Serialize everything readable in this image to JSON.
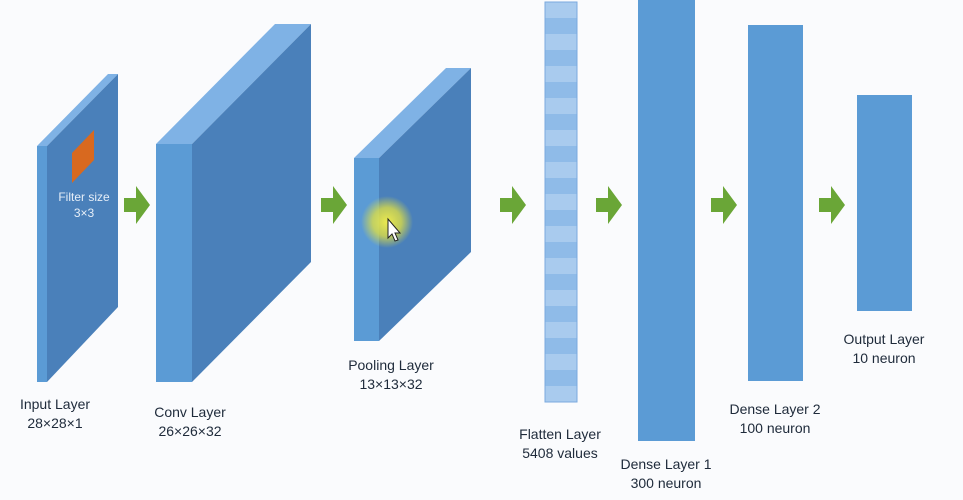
{
  "colors": {
    "layer_front": "#5b9bd5",
    "layer_side": "#4a80ba",
    "layer_top": "#7fb2e5",
    "flatten_light": "#a9cbee",
    "flatten_dark": "#8fbbe8",
    "filter": "#d8691f",
    "arrow": "#6aa637",
    "cursor_glow": "#e8e84a",
    "text": "#1e2a3a"
  },
  "filter": {
    "title": "Filter size",
    "size": "3×3"
  },
  "layers": {
    "input": {
      "name": "Input Layer",
      "shape": "28×28×1"
    },
    "conv": {
      "name": "Conv Layer",
      "shape": "26×26×32"
    },
    "pooling": {
      "name": "Pooling Layer",
      "shape": "13×13×32"
    },
    "flatten": {
      "name": "Flatten Layer",
      "shape": "5408 values"
    },
    "dense1": {
      "name": "Dense Layer 1",
      "shape": "300 neuron"
    },
    "dense2": {
      "name": "Dense Layer 2",
      "shape": "100 neuron"
    },
    "output": {
      "name": "Output Layer",
      "shape": "10 neuron"
    }
  },
  "icons": {
    "arrow": "right-arrow-icon",
    "cursor": "mouse-cursor-icon"
  }
}
